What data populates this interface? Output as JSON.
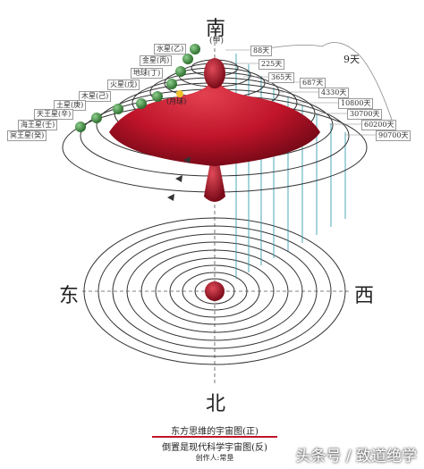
{
  "directions": {
    "south": "南",
    "south_sub": "(甲)",
    "east": "东",
    "west": "西",
    "north": "北"
  },
  "planets": [
    {
      "name": "水星(乙)",
      "period": "88天"
    },
    {
      "name": "金星(丙)",
      "period": "225天"
    },
    {
      "name": "地球(丁)",
      "period": "365天"
    },
    {
      "name": "火星(戊)",
      "period": "687天"
    },
    {
      "name": "木星(己)",
      "period": "4330天"
    },
    {
      "name": "土星(庚)",
      "period": "10800天"
    },
    {
      "name": "天王星(辛)",
      "period": "30700天"
    },
    {
      "name": "海王星(壬)",
      "period": "60200天"
    },
    {
      "name": "冥王星(癸)",
      "period": "90700天"
    }
  ],
  "moon_label": "(月球)",
  "nine_days": "9天",
  "captions": {
    "line1": "东方思维的宇宙图(正)",
    "line2": "倒置是现代科学宇宙图(反)",
    "author": "创作人:常垦"
  },
  "watermark": "头条号 / 致道绝学",
  "colors": {
    "body": "#c0142a",
    "body_dark": "#7a0a18",
    "planet": "#3d8a3d",
    "line": "#3aa0b0",
    "ring": "#333333",
    "caption_bar": "#c0142a"
  }
}
